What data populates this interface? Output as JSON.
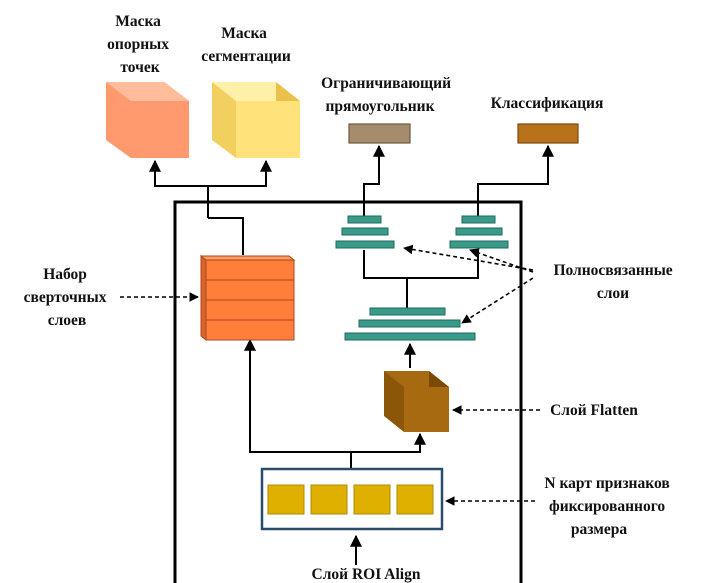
{
  "labels": {
    "keypoint_mask": [
      "Маска",
      "опорных",
      "точек"
    ],
    "segmentation_mask": [
      "Маска",
      "сегментации"
    ],
    "bounding_box": [
      "Ограничивающий",
      "прямоугольник"
    ],
    "classification": "Классификация",
    "conv_stack": [
      "Набор",
      "сверточных",
      "слоев"
    ],
    "fully_connected": [
      "Полносвязанные",
      "слои"
    ],
    "flatten_layer": "Слой Flatten",
    "feature_maps": [
      "N карт признаков",
      "фиксированного",
      "размера"
    ],
    "roi_align": "Слой ROI Align"
  },
  "colors": {
    "keypoint_cube": "#ff9a6e",
    "segmentation_cube": "#ffe27a",
    "bbox_bar": "#a68c6c",
    "class_bar": "#b8731a",
    "conv_block": "#ff7f3a",
    "fc_bars": "#3a9a8a",
    "flatten_cube": "#a86a10",
    "feature_square": "#e0b000",
    "feature_frame": "#2a4a6e",
    "frame": "#000000"
  }
}
